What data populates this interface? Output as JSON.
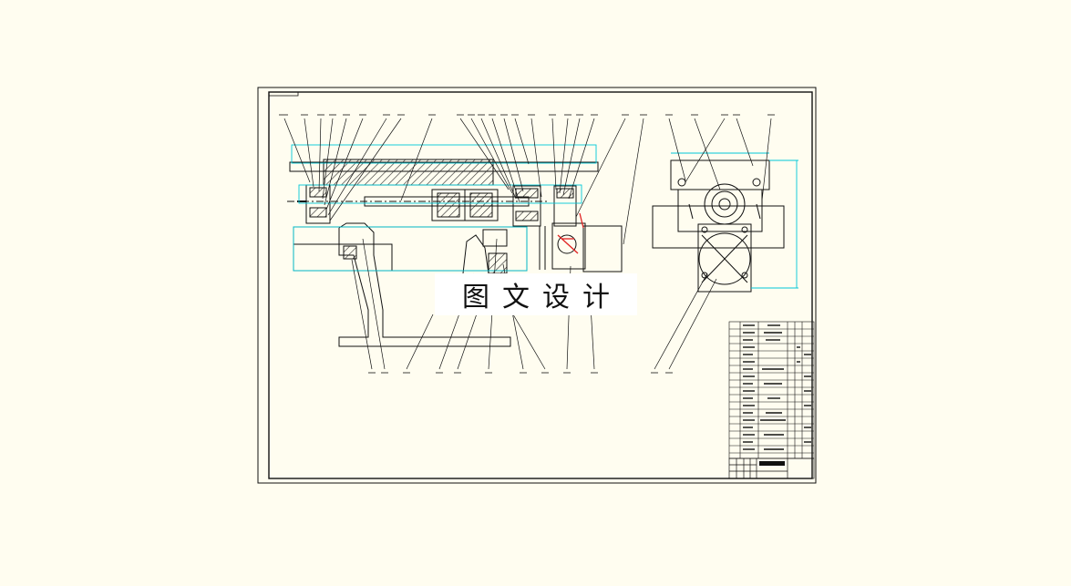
{
  "watermark": {
    "text": "图文设计"
  },
  "colors": {
    "background": "#fffdf0",
    "line": "#111111",
    "dimension": "#00c8d8",
    "dimension_text": "#22aa22",
    "highlight": "#e02020"
  },
  "drawing": {
    "views": [
      "front-section-view",
      "side-view",
      "parts-list",
      "title-block"
    ]
  }
}
